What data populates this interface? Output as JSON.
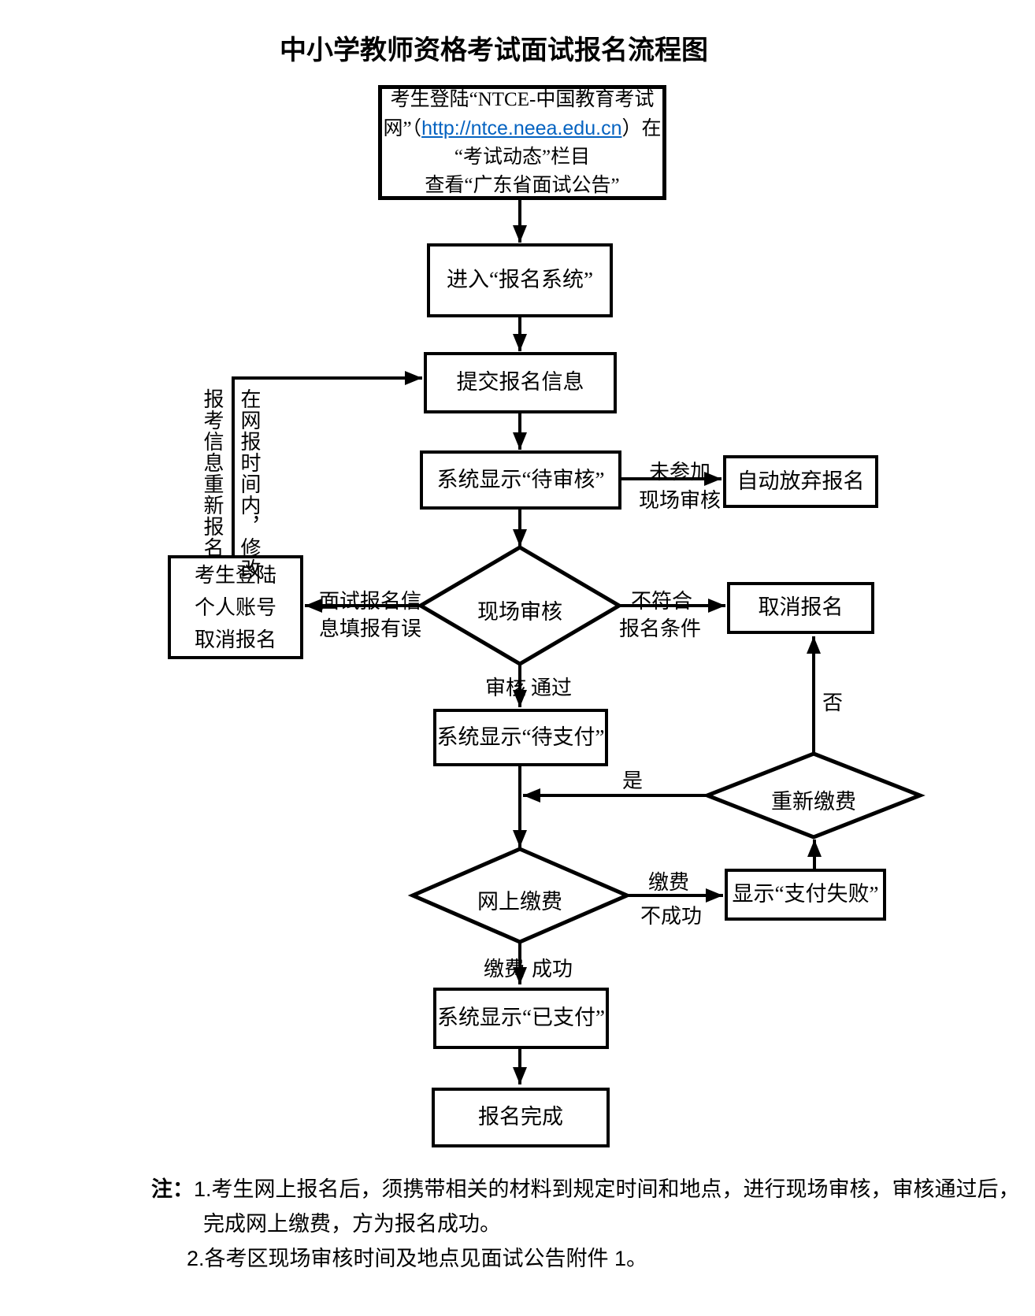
{
  "title": "中小学教师资格考试面试报名流程图",
  "colors": {
    "link": "#0563C1",
    "line": "#000000"
  },
  "flow": {
    "start": {
      "line1": "考生登陆“NTCE-中国教育考试",
      "line2_pre": "网”（",
      "link": "http://ntce.neea.edu.cn",
      "line2_post": "）在",
      "line3": "“考试动态”栏目",
      "line4": "查看“广东省面试公告”"
    },
    "enter_system": "进入“报名系统”",
    "submit_info": "提交报名信息",
    "pending_review": "系统显示“待审核”",
    "auto_abandon": "自动放弃报名",
    "onsite_review": "现场审核",
    "cancel_via_account": {
      "line1": "考生登陆",
      "line2": "个人账号",
      "line3": "取消报名"
    },
    "cancel_registration": "取消报名",
    "pending_payment": "系统显示“待支付”",
    "repay": "重新缴费",
    "online_payment": "网上缴费",
    "payment_failed": "显示“支付失败”",
    "paid": "系统显示“已支付”",
    "complete": "报名完成"
  },
  "edge_labels": {
    "not_attended_line1": "未参加",
    "not_attended_line2": "现场审核",
    "wrong_info_line1": "面试报名信",
    "wrong_info_line2": "息填报有误",
    "not_qualified_line1": "不符合",
    "not_qualified_line2": "报名条件",
    "review_left": "审核",
    "review_right": "通过",
    "no": "否",
    "yes": "是",
    "pay_fail_line1": "缴费",
    "pay_fail_line2": "不成功",
    "pay_ok_left": "缴费",
    "pay_ok_right": "成功",
    "vertical_inner": "在网报时间内，修改",
    "vertical_outer": "报考信息重新报名"
  },
  "notes": {
    "prefix": "注：",
    "line1": "1.考生网上报名后，须携带相关的材料到规定时间和地点，进行现场审核，审核通过后，",
    "line2": "完成网上缴费，方为报名成功。",
    "line3": "2.各考区现场审核时间及地点见面试公告附件 1。"
  }
}
